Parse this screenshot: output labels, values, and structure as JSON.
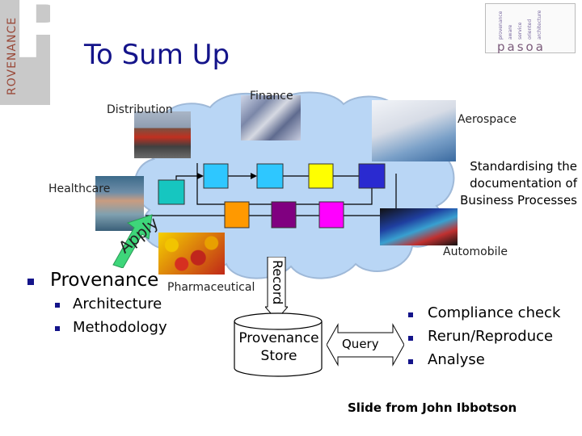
{
  "slide": {
    "title": "To Sum Up",
    "credit": "Slide from John Ibbotson"
  },
  "logos": {
    "left_text": "ROVENANCE",
    "right_word": "pasoa",
    "right_tags": [
      "provenance",
      "aware",
      "service",
      "oriented",
      "architecture"
    ]
  },
  "domains": {
    "distribution": "Distribution",
    "finance": "Finance",
    "aerospace": "Aerospace",
    "healthcare": "Healthcare",
    "automobile": "Automobile",
    "pharmaceutical": "Pharmaceutical"
  },
  "cloud_caption": "Standardising the documentation of Business Processes",
  "arrows": {
    "apply": "Apply",
    "record": "Record"
  },
  "left_bullets": {
    "main": "Provenance",
    "items": [
      "Architecture",
      "Methodology"
    ]
  },
  "store": {
    "label": "Provenance Store",
    "query_label": "Query"
  },
  "right_bullets": [
    "Compliance check",
    "Rerun/Reproduce",
    "Analyse"
  ],
  "colors": {
    "title": "#14148a",
    "bullet": "#14148a",
    "cloud_fill": "#b9d6f5",
    "process_boxes": [
      "#16c6c0",
      "#2ec7ff",
      "#ffff00",
      "#2a2ad0",
      "#ff9900",
      "#800080",
      "#ff00ff"
    ]
  }
}
